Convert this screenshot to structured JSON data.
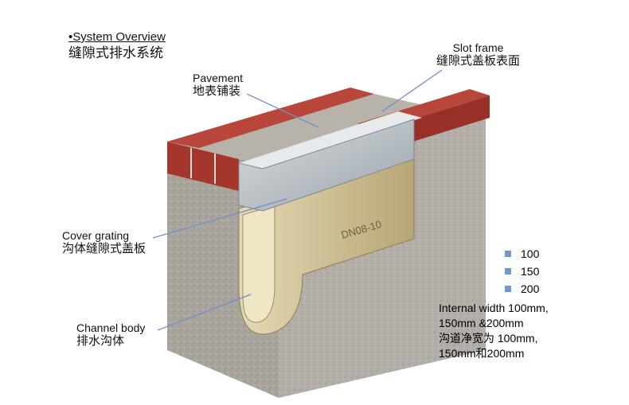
{
  "title": {
    "en": "•System Overview",
    "zh": "缝隙式排水系统"
  },
  "callouts": {
    "pavement": {
      "en": "Pavement",
      "zh": "地表铺装"
    },
    "slot_frame": {
      "en": "Slot frame",
      "zh": "缝隙式盖板表面"
    },
    "cover_grating": {
      "en": "Cover grating",
      "zh": "沟体缝隙式盖板"
    },
    "channel_body": {
      "en": "Channel body",
      "zh": "排水沟体"
    }
  },
  "legend": {
    "items": [
      {
        "label": "100",
        "color": "#6f97d0"
      },
      {
        "label": "150",
        "color": "#6f97d0"
      },
      {
        "label": "200",
        "color": "#6f97d0"
      }
    ]
  },
  "note": {
    "lines": [
      "Internal width 100mm,",
      "150mm &200mm",
      "沟道净宽为 100mm,",
      "150mm和200mm"
    ]
  },
  "channel_marking": "DN08-10",
  "colors": {
    "leader_line": "#6f8fd0",
    "brick": "#a4362b",
    "concrete": "#a9a49c",
    "steel": "#bcc4c9",
    "channel": "#c9b98e"
  }
}
